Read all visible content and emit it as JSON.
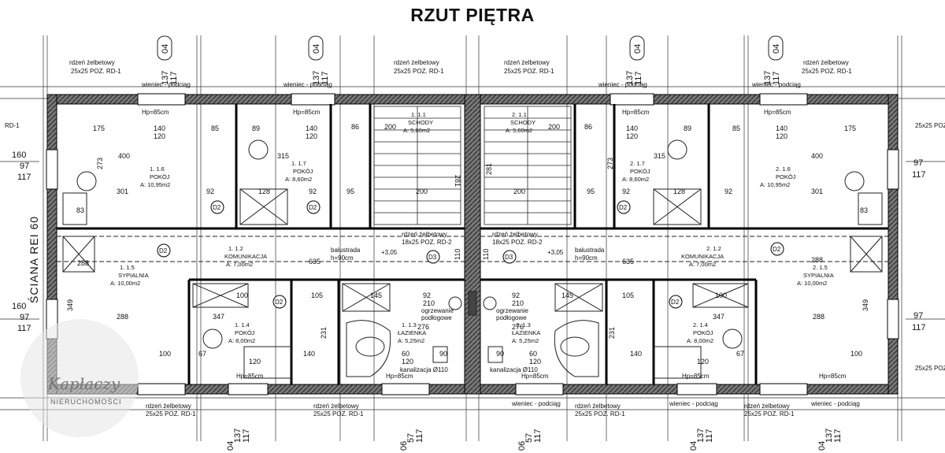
{
  "title": "RZUT PIĘTRA",
  "wall_label": "ŚCIANA REI 60",
  "axes_top": [
    "137",
    "117",
    "04"
  ],
  "axes_bottom": [
    "137",
    "117",
    "04"
  ],
  "axes_mid_bottom": [
    "57",
    "117",
    "06"
  ],
  "axes_side": [
    "160",
    "97",
    "117"
  ],
  "notes": {
    "core": "rdzeń żelbetowy",
    "core_spec": "25x25 POZ. RD-1",
    "core_spec2": "18x25 POZ. RD-2",
    "ring_beam": "wieniec - podciąg",
    "sill": "Hp=85cm",
    "balustrade": "balustrada",
    "balustrade_h": "h=90cm",
    "level": "+3,05",
    "heating": "ogrzewanie",
    "heating2": "podłogowe",
    "sewer": "kanalizacja Ø110",
    "rd1": "RD-1"
  },
  "rooms_left": [
    {
      "num": "1. 1.6",
      "name": "POKÓJ",
      "area": "A: 10,95m2"
    },
    {
      "num": "1. 1.7",
      "name": "POKÓJ",
      "area": "A: 8,60m2"
    },
    {
      "num": "1. 1.1",
      "name": "SCHODY",
      "area": "A: 5,60m2"
    },
    {
      "num": "1. 1.2",
      "name": "KOMUNIKACJA",
      "area": "A: 7,00m2"
    },
    {
      "num": "1. 1.5",
      "name": "SYPIALNIA",
      "area": "A: 10,00m2"
    },
    {
      "num": "1. 1.4",
      "name": "POKÓJ",
      "area": "A: 8,00m2"
    },
    {
      "num": "1. 1.3",
      "name": "ŁAZIENKA",
      "area": "A: 5,25m2"
    }
  ],
  "rooms_right": [
    {
      "num": "2. 1.1",
      "name": "SCHODY",
      "area": "A: 5,60m2"
    },
    {
      "num": "2. 1.7",
      "name": "POKÓJ",
      "area": "A: 8,60m2"
    },
    {
      "num": "2. 1.6",
      "name": "POKÓJ",
      "area": "A: 10,95m2"
    },
    {
      "num": "2. 1.2",
      "name": "KOMUNIKACJA",
      "area": "A: 7,00m2"
    },
    {
      "num": "2. 1.5",
      "name": "SYPIALNIA",
      "area": "A: 10,00m2"
    },
    {
      "num": "2. 1.4",
      "name": "POKÓJ",
      "area": "A: 8,00m2"
    },
    {
      "num": "2. 1.3",
      "name": "ŁAZIENKA",
      "area": "A: 5,25m2"
    }
  ],
  "dims": {
    "d175": "175",
    "d140": "140",
    "d120": "120",
    "d85": "85",
    "d89": "89",
    "d86": "86",
    "d200": "200",
    "d400": "400",
    "d315": "315",
    "d273": "273",
    "d301": "301",
    "d92": "92",
    "d128": "128",
    "d95": "95",
    "d210": "210",
    "d635": "635",
    "d288": "288",
    "d349": "349",
    "d347": "347",
    "d276": "276",
    "d231": "231",
    "d145": "145",
    "d105": "105",
    "d100": "100",
    "d60": "60",
    "d90": "90",
    "d67": "67",
    "d83": "83",
    "d281": "281",
    "d110": "110"
  },
  "doors": [
    "D2",
    "D3"
  ],
  "logo": {
    "script": "Kapłaczy",
    "sub": "NIERUCHOMOŚCI"
  }
}
